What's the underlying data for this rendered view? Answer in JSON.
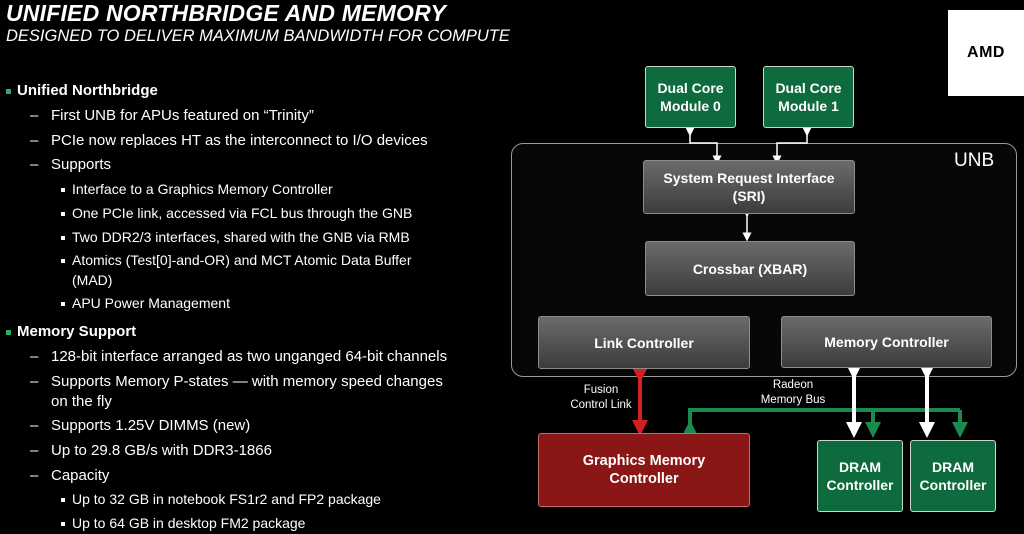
{
  "header": {
    "title": "UNIFIED NORTHBRIDGE AND MEMORY",
    "subtitle": "DESIGNED TO DELIVER MAXIMUM BANDWIDTH FOR COMPUTE",
    "logo": "AMD"
  },
  "bullets": {
    "unified_northbridge": "Unified Northbridge",
    "first_unb": "First UNB for APUs featured on “Trinity”",
    "pcie_replaces": "PCIe now replaces HT as the interconnect to I/O devices",
    "supports": "Supports",
    "sub_gmc": "Interface to a Graphics Memory Controller",
    "sub_pcie": "One PCIe link, accessed via FCL bus through the GNB",
    "sub_ddr": "Two DDR2/3 interfaces, shared with the GNB via RMB",
    "sub_atomics_1": "Atomics (Test[0]-and-OR) and MCT Atomic Data Buffer",
    "sub_atomics_2": "(MAD)",
    "sub_power": "APU Power Management",
    "memory_support": "Memory Support",
    "m128": "128-bit interface arranged as two unganged 64-bit channels",
    "pstates_1": "Supports Memory P-states — with memory speed changes",
    "pstates_2": "on the fly",
    "dimms": "Supports 1.25V DIMMS (new)",
    "bandwidth": "Up to 29.8 GB/s with DDR3-1866",
    "capacity": "Capacity",
    "cap_notebook": "Up to 32 GB in notebook FS1r2 and FP2 package",
    "cap_desktop": "Up to 64 GB in desktop FM2 package"
  },
  "diagram": {
    "core0": [
      "Dual Core",
      "Module 0"
    ],
    "core1": [
      "Dual Core",
      "Module 1"
    ],
    "unb_label": "UNB",
    "sri": [
      "System Request Interface",
      "(SRI)"
    ],
    "xbar": "Crossbar (XBAR)",
    "link_ctrl": "Link Controller",
    "mem_ctrl": "Memory Controller",
    "fusion_label": [
      "Fusion",
      "Control Link"
    ],
    "radeon_label": [
      "Radeon",
      "Memory Bus"
    ],
    "gmc": [
      "Graphics Memory",
      "Controller"
    ],
    "dram0": [
      "DRAM",
      "Controller"
    ],
    "dram1": [
      "DRAM",
      "Controller"
    ]
  },
  "colors": {
    "accent_green": "#0e6b3e",
    "bullet_green": "#2ea86a",
    "gmc_red": "#8a1616",
    "fusion_arrow": "#d42020",
    "radeon_bus": "#1a8a4e"
  }
}
